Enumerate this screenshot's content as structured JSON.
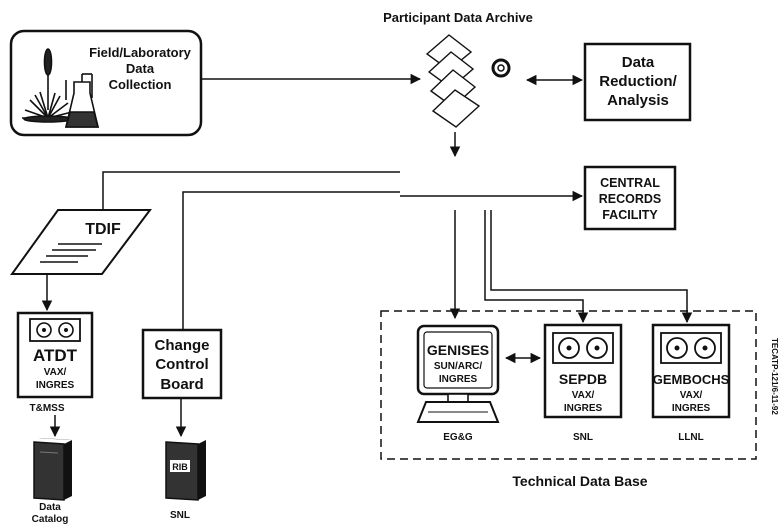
{
  "field_lab": {
    "line1": "Field/Laboratory",
    "line2": "Data",
    "line3": "Collection"
  },
  "archive": {
    "title": "Participant Data Archive"
  },
  "data_reduction": {
    "line1": "Data",
    "line2": "Reduction/",
    "line3": "Analysis"
  },
  "central_records": {
    "line1": "CENTRAL",
    "line2": "RECORDS",
    "line3": "FACILITY"
  },
  "tdif": {
    "label": "TDIF"
  },
  "atdt": {
    "name": "ATDT",
    "line1": "VAX/",
    "line2": "INGRES",
    "owner": "T&MSS"
  },
  "data_catalog": {
    "line1": "Data",
    "line2": "Catalog"
  },
  "ccb": {
    "line1": "Change",
    "line2": "Control",
    "line3": "Board"
  },
  "rib": {
    "label": "RIB",
    "owner": "SNL"
  },
  "genises": {
    "name": "GENISES",
    "line1": "SUN/ARC/",
    "line2": "INGRES",
    "owner": "EG&G"
  },
  "sepdb": {
    "name": "SEPDB",
    "line1": "VAX/",
    "line2": "INGRES",
    "owner": "SNL"
  },
  "gembochs": {
    "name": "GEMBOCHS",
    "line1": "VAX/",
    "line2": "INGRES",
    "owner": "LLNL"
  },
  "technical_db": {
    "title": "Technical Data Base"
  },
  "side_code": {
    "text": "TECATP-121/6-11-92"
  }
}
